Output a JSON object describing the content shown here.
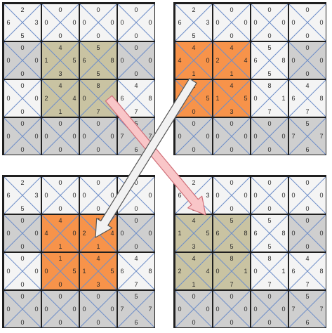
{
  "panels": [
    {
      "id": "top-left",
      "cells": [
        [
          {
            "t": "2",
            "l": "6",
            "r": "3",
            "b": "5",
            "fill": "white"
          },
          {
            "t": "0",
            "l": "0",
            "r": "0",
            "b": "0",
            "fill": "white"
          },
          {
            "t": "0",
            "l": "0",
            "r": "0",
            "b": "0",
            "fill": "white"
          },
          {
            "t": "0",
            "l": "0",
            "r": "0",
            "b": "0",
            "fill": "white"
          }
        ],
        [
          {
            "t": "0",
            "l": "0",
            "r": "0",
            "b": "0",
            "fill": "gray"
          },
          {
            "t": "4",
            "l": "1",
            "r": "5",
            "b": "3",
            "fill": "khaki"
          },
          {
            "t": "5",
            "l": "6",
            "r": "8",
            "b": "5",
            "fill": "khaki"
          },
          {
            "t": "0",
            "l": "0",
            "r": "0",
            "b": "0",
            "fill": "gray"
          }
        ],
        [
          {
            "t": "0",
            "l": "0",
            "r": "0",
            "b": "0",
            "fill": "white"
          },
          {
            "t": "4",
            "l": "2",
            "r": "4",
            "b": "1",
            "fill": "khaki"
          },
          {
            "t": "8",
            "l": "0",
            "r": "1",
            "b": "7",
            "fill": "khaki"
          },
          {
            "t": "4",
            "l": "6",
            "r": "8",
            "b": "7",
            "fill": "white"
          }
        ],
        [
          {
            "t": "0",
            "l": "0",
            "r": "0",
            "b": "0",
            "fill": "gray"
          },
          {
            "t": "0",
            "l": "0",
            "r": "0",
            "b": "0",
            "fill": "gray"
          },
          {
            "t": "0",
            "l": "0",
            "r": "0",
            "b": "0",
            "fill": "gray"
          },
          {
            "t": "5",
            "l": "7",
            "r": "7",
            "b": "6",
            "fill": "gray"
          }
        ]
      ]
    },
    {
      "id": "top-right",
      "cells": [
        [
          {
            "t": "2",
            "l": "6",
            "r": "3",
            "b": "5",
            "fill": "white"
          },
          {
            "t": "0",
            "l": "0",
            "r": "0",
            "b": "0",
            "fill": "white"
          },
          {
            "t": "0",
            "l": "0",
            "r": "0",
            "b": "0",
            "fill": "white"
          },
          {
            "t": "0",
            "l": "0",
            "r": "0",
            "b": "0",
            "fill": "white"
          }
        ],
        [
          {
            "t": "4",
            "l": "4",
            "r": "0",
            "b": "1",
            "fill": "orange"
          },
          {
            "t": "4",
            "l": "2",
            "r": "4",
            "b": "1",
            "fill": "orange"
          },
          {
            "t": "5",
            "l": "6",
            "r": "8",
            "b": "5",
            "fill": "white"
          },
          {
            "t": "0",
            "l": "0",
            "r": "0",
            "b": "0",
            "fill": "gray"
          }
        ],
        [
          {
            "t": "1",
            "l": "0",
            "r": "5",
            "b": "0",
            "fill": "orange"
          },
          {
            "t": "4",
            "l": "1",
            "r": "5",
            "b": "3",
            "fill": "orange"
          },
          {
            "t": "8",
            "l": "0",
            "r": "1",
            "b": "7",
            "fill": "white"
          },
          {
            "t": "4",
            "l": "6",
            "r": "8",
            "b": "7",
            "fill": "white"
          }
        ],
        [
          {
            "t": "0",
            "l": "0",
            "r": "0",
            "b": "0",
            "fill": "gray"
          },
          {
            "t": "0",
            "l": "0",
            "r": "0",
            "b": "0",
            "fill": "gray"
          },
          {
            "t": "0",
            "l": "0",
            "r": "0",
            "b": "0",
            "fill": "gray"
          },
          {
            "t": "5",
            "l": "7",
            "r": "7",
            "b": "6",
            "fill": "gray"
          }
        ]
      ]
    },
    {
      "id": "bottom-left",
      "cells": [
        [
          {
            "t": "2",
            "l": "6",
            "r": "3",
            "b": "5",
            "fill": "white"
          },
          {
            "t": "0",
            "l": "0",
            "r": "0",
            "b": "0",
            "fill": "white"
          },
          {
            "t": "0",
            "l": "0",
            "r": "0",
            "b": "0",
            "fill": "white"
          },
          {
            "t": "0",
            "l": "0",
            "r": "0",
            "b": "0",
            "fill": "white"
          }
        ],
        [
          {
            "t": "0",
            "l": "0",
            "r": "0",
            "b": "0",
            "fill": "gray"
          },
          {
            "t": "4",
            "l": "4",
            "r": "0",
            "b": "1",
            "fill": "orange"
          },
          {
            "t": "4",
            "l": "2",
            "r": "4",
            "b": "1",
            "fill": "orange"
          },
          {
            "t": "0",
            "l": "0",
            "r": "0",
            "b": "0",
            "fill": "gray"
          }
        ],
        [
          {
            "t": "0",
            "l": "0",
            "r": "0",
            "b": "0",
            "fill": "white"
          },
          {
            "t": "1",
            "l": "0",
            "r": "5",
            "b": "0",
            "fill": "orange"
          },
          {
            "t": "4",
            "l": "1",
            "r": "5",
            "b": "3",
            "fill": "orange"
          },
          {
            "t": "4",
            "l": "6",
            "r": "8",
            "b": "7",
            "fill": "white"
          }
        ],
        [
          {
            "t": "0",
            "l": "0",
            "r": "0",
            "b": "0",
            "fill": "gray"
          },
          {
            "t": "0",
            "l": "0",
            "r": "0",
            "b": "0",
            "fill": "gray"
          },
          {
            "t": "0",
            "l": "0",
            "r": "0",
            "b": "0",
            "fill": "gray"
          },
          {
            "t": "5",
            "l": "7",
            "r": "7",
            "b": "6",
            "fill": "gray"
          }
        ]
      ]
    },
    {
      "id": "bottom-right",
      "cells": [
        [
          {
            "t": "2",
            "l": "6",
            "r": "3",
            "b": "5",
            "fill": "white"
          },
          {
            "t": "0",
            "l": "0",
            "r": "0",
            "b": "0",
            "fill": "white"
          },
          {
            "t": "0",
            "l": "0",
            "r": "0",
            "b": "0",
            "fill": "white"
          },
          {
            "t": "0",
            "l": "0",
            "r": "0",
            "b": "0",
            "fill": "white"
          }
        ],
        [
          {
            "t": "4",
            "l": "1",
            "r": "5",
            "b": "3",
            "fill": "khaki"
          },
          {
            "t": "5",
            "l": "6",
            "r": "8",
            "b": "5",
            "fill": "khaki"
          },
          {
            "t": "5",
            "l": "6",
            "r": "8",
            "b": "5",
            "fill": "white"
          },
          {
            "t": "0",
            "l": "0",
            "r": "0",
            "b": "0",
            "fill": "gray"
          }
        ],
        [
          {
            "t": "4",
            "l": "2",
            "r": "4",
            "b": "1",
            "fill": "khaki"
          },
          {
            "t": "8",
            "l": "0",
            "r": "1",
            "b": "7",
            "fill": "khaki"
          },
          {
            "t": "8",
            "l": "0",
            "r": "1",
            "b": "7",
            "fill": "white"
          },
          {
            "t": "4",
            "l": "6",
            "r": "8",
            "b": "7",
            "fill": "white"
          }
        ],
        [
          {
            "t": "0",
            "l": "0",
            "r": "0",
            "b": "0",
            "fill": "gray"
          },
          {
            "t": "0",
            "l": "0",
            "r": "0",
            "b": "0",
            "fill": "gray"
          },
          {
            "t": "0",
            "l": "0",
            "r": "0",
            "b": "0",
            "fill": "gray"
          },
          {
            "t": "5",
            "l": "7",
            "r": "7",
            "b": "6",
            "fill": "gray"
          }
        ]
      ]
    }
  ],
  "colors": {
    "white": "#f4f4f4",
    "gray": "#cfcfcf",
    "khaki": "#c9c3a2",
    "orange": "#f7934a",
    "diagonal": "#6f8fc9",
    "pink_arrow": "#f9c6c8",
    "pink_arrow_edge": "#d06f79",
    "gray_arrow": "#f2f2f2",
    "gray_arrow_edge": "#555555"
  },
  "arrows": [
    {
      "name": "pink-arrow",
      "from": "top-left",
      "to": "bottom-right",
      "style": "pink"
    },
    {
      "name": "gray-arrow",
      "from": "top-right",
      "to": "bottom-left",
      "style": "gray"
    }
  ]
}
